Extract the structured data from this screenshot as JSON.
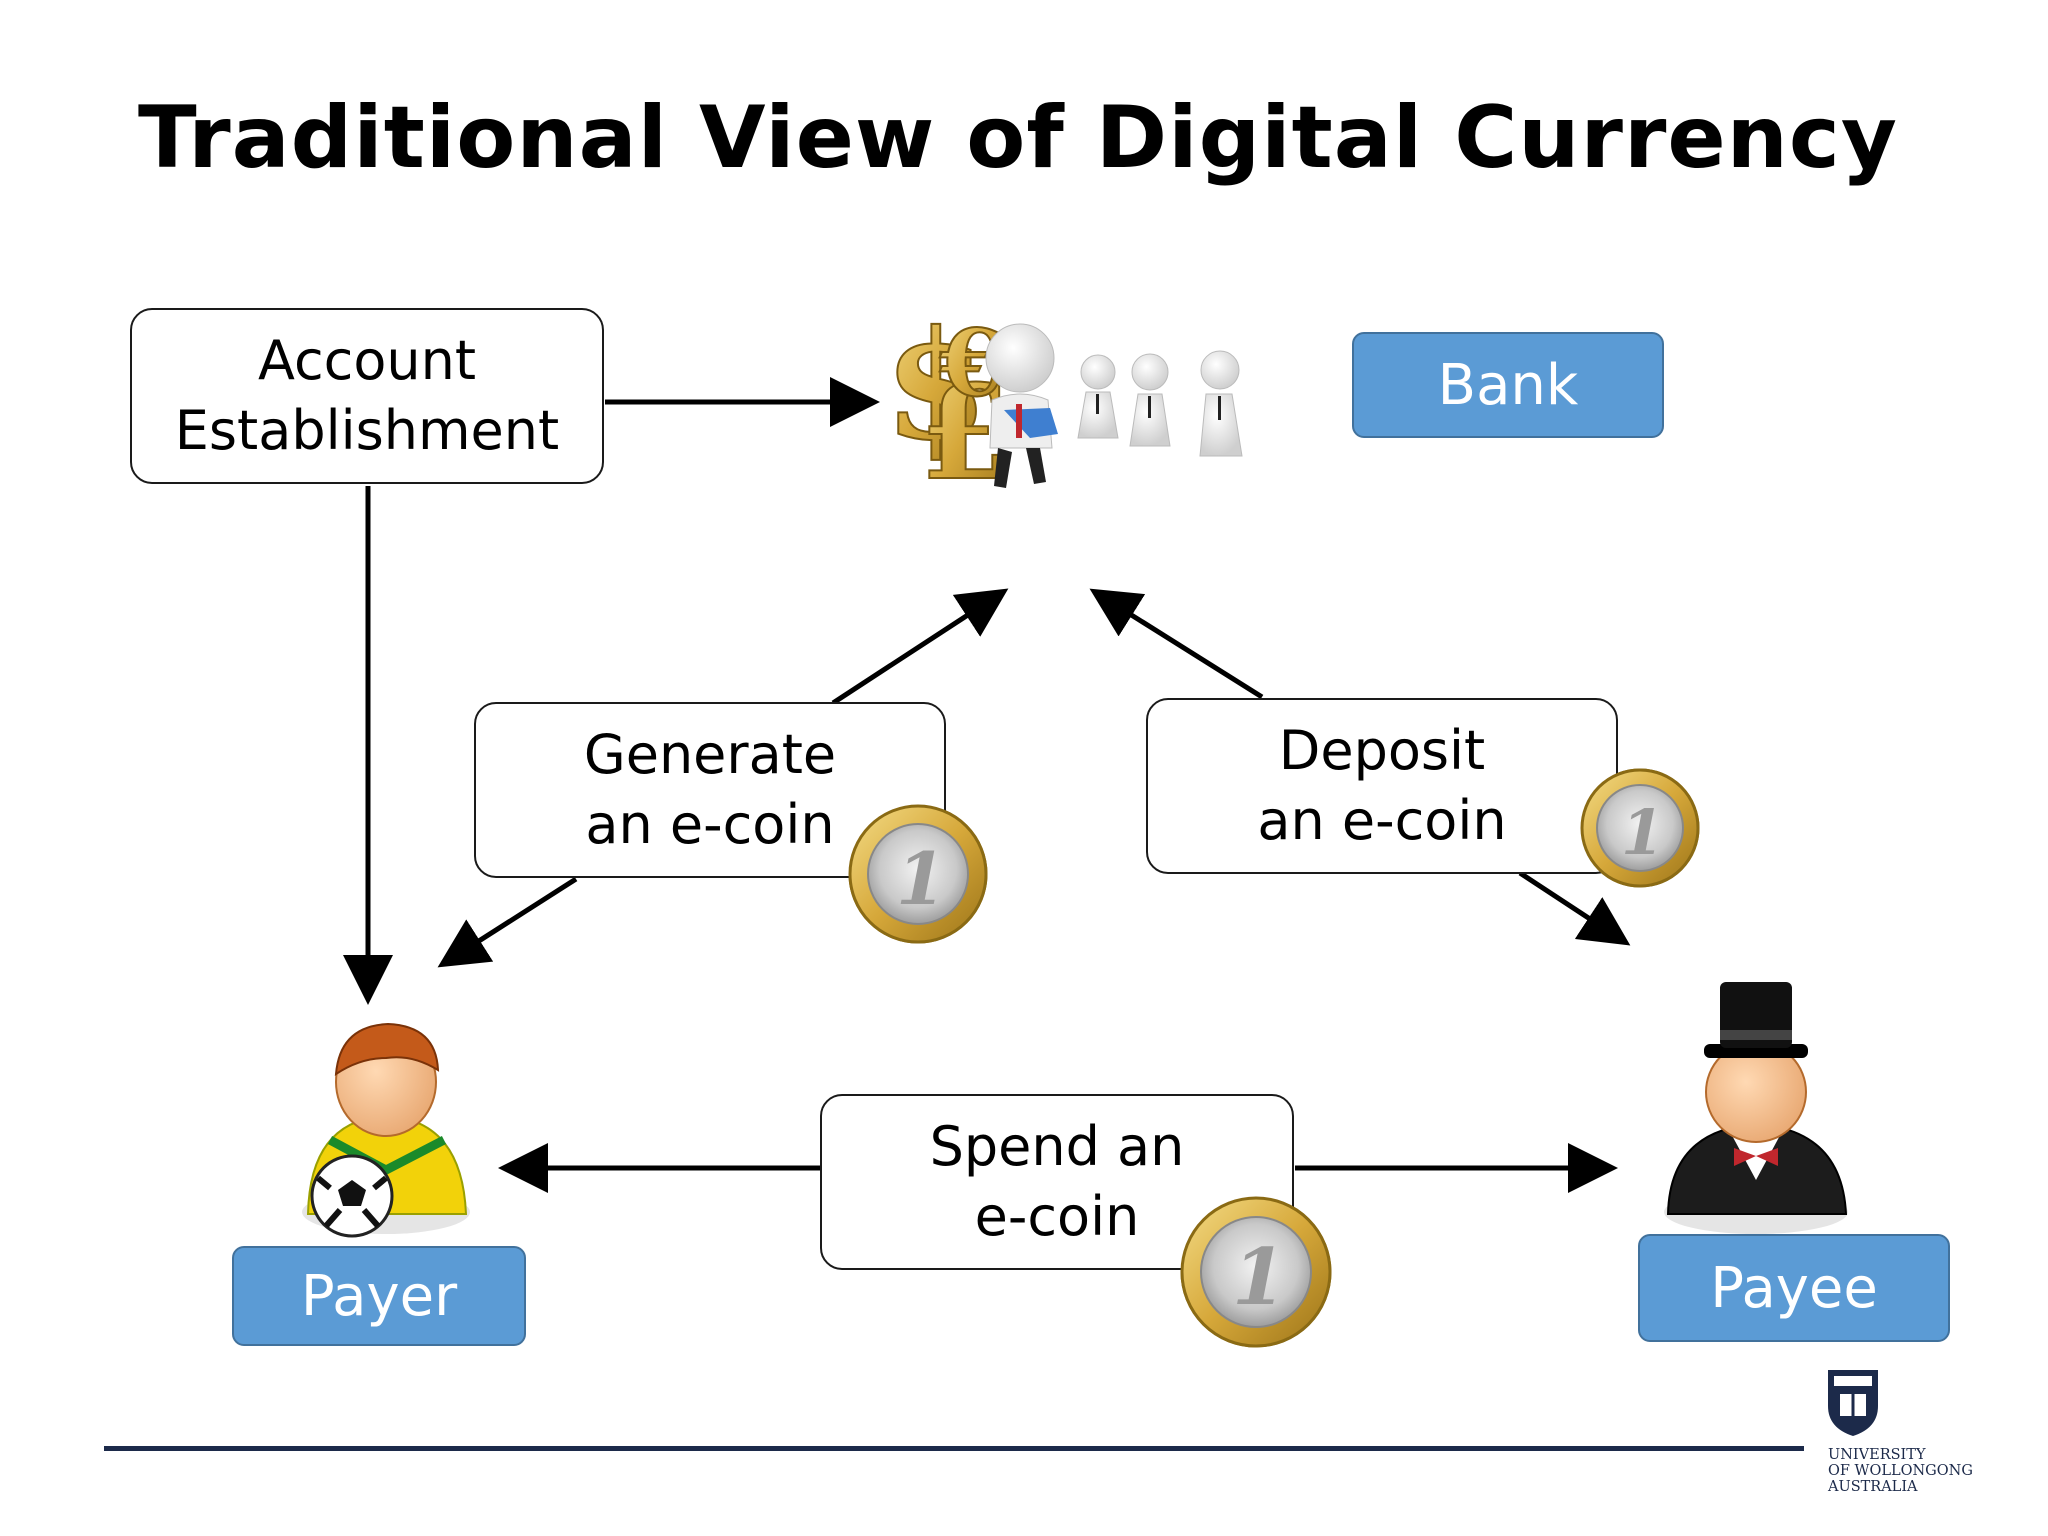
{
  "title": "Traditional View of Digital Currency",
  "boxes": {
    "account_establishment": [
      "Account",
      "Establishment"
    ],
    "generate": [
      "Generate",
      "an e-coin"
    ],
    "deposit": [
      "Deposit",
      "an e-coin"
    ],
    "spend": [
      "Spend an",
      "e-coin"
    ]
  },
  "roles": {
    "bank": "Bank",
    "payer": "Payer",
    "payee": "Payee"
  },
  "coin_text": "1",
  "university": [
    "UNIVERSITY",
    "OF WOLLONGONG",
    "AUSTRALIA"
  ],
  "colors": {
    "role_fill": "#5b9bd5",
    "role_border": "#41719c",
    "rule": "#1c2a4a",
    "coin_gold": "#e6c45a",
    "coin_silver": "#cfcfcf"
  }
}
